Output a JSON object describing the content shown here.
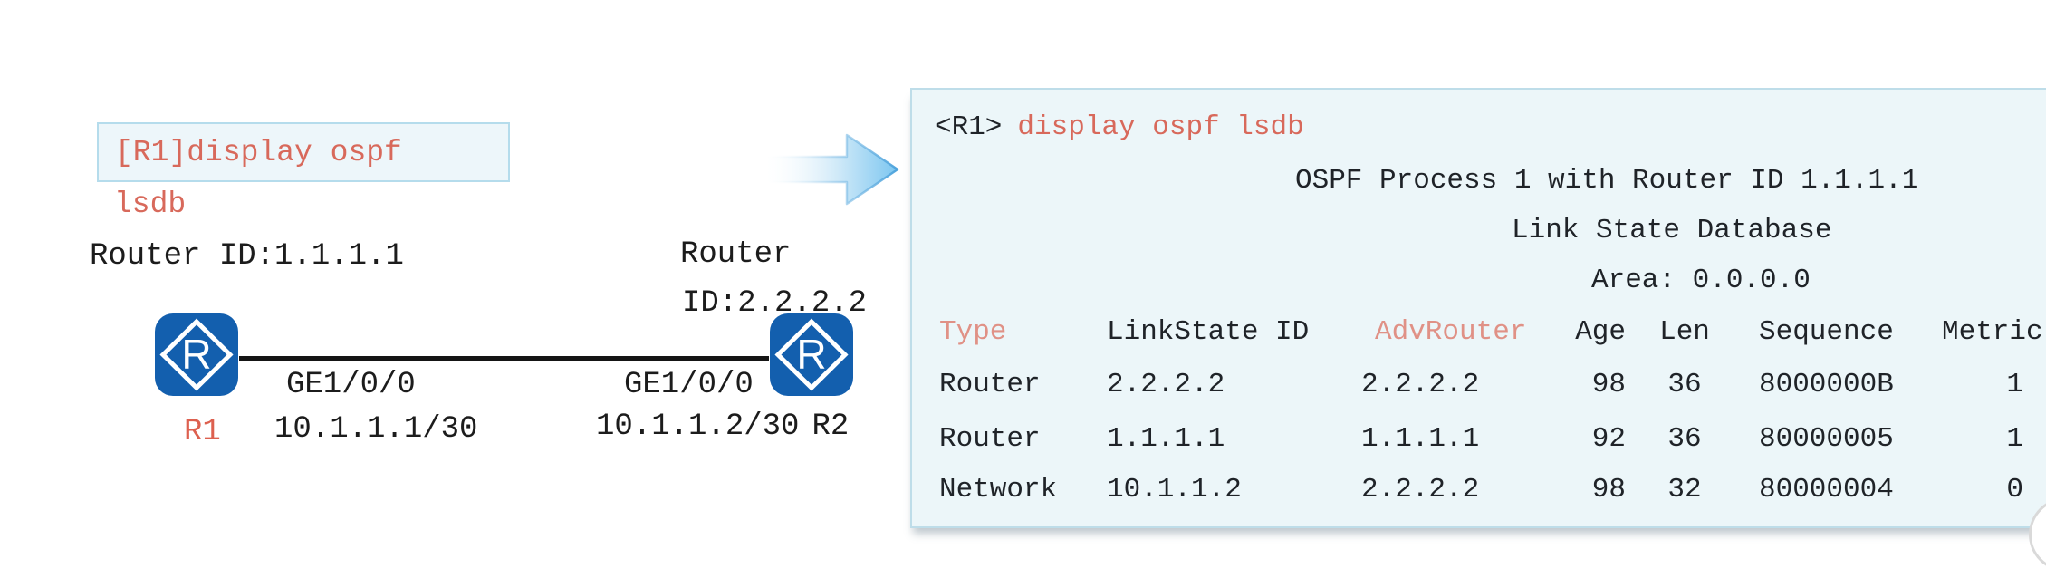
{
  "colors": {
    "accent_red": "#d8695b",
    "header_soft_red": "#e09186",
    "router_blue": "#135fae",
    "panel_bg": "#ecf6f9",
    "panel_border": "#bedde9",
    "arrow_fill": "#7cc6f0",
    "arrow_stroke": "#5fb0e5",
    "link_line_black": "#151515"
  },
  "topology": {
    "command_box": {
      "line1": "[R1]display ospf",
      "line2": "lsdb"
    },
    "router_icon_letter": "R",
    "r1": {
      "router_id": "Router ID:1.1.1.1",
      "name": "R1",
      "interface": "GE1/0/0",
      "ip": "10.1.1.1/30"
    },
    "r2": {
      "router_id_line1": "Router",
      "router_id_line2": "ID:2.2.2.2",
      "name": "R2",
      "interface": "GE1/0/0",
      "ip": "10.1.1.2/30"
    }
  },
  "terminal": {
    "prompt": "<R1>",
    "command": "display ospf lsdb",
    "info_lines": [
      "OSPF Process 1 with Router ID 1.1.1.1",
      "Link State Database",
      "Area: 0.0.0.0"
    ],
    "table": {
      "headers": [
        "Type",
        "LinkState ID",
        "AdvRouter",
        "Age",
        "Len",
        "Sequence",
        "Metric"
      ],
      "rows": [
        [
          "Router",
          "2.2.2.2",
          "2.2.2.2",
          "98",
          "36",
          "8000000B",
          "1"
        ],
        [
          "Router",
          "1.1.1.1",
          "1.1.1.1",
          "92",
          "36",
          "80000005",
          "1"
        ],
        [
          "Network",
          "10.1.1.2",
          "2.2.2.2",
          "98",
          "32",
          "80000004",
          "0"
        ]
      ]
    }
  }
}
